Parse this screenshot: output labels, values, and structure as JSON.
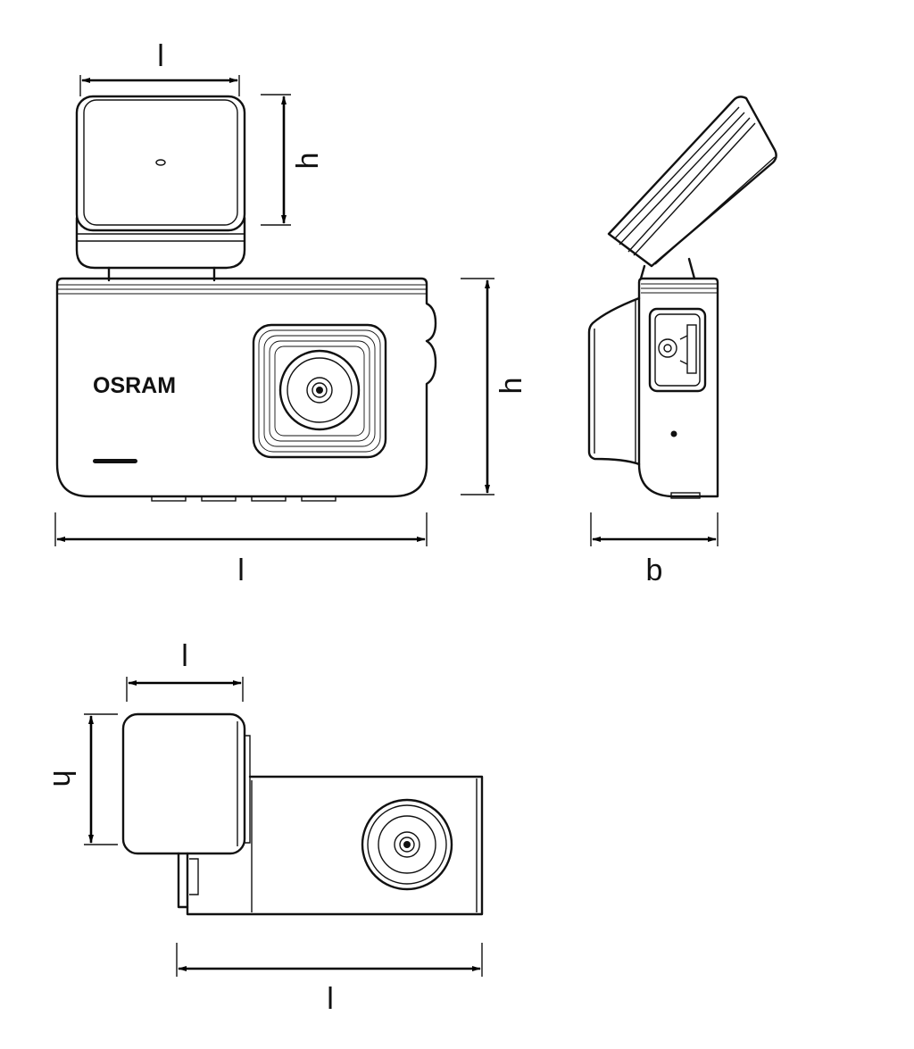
{
  "brand": {
    "logo_text": "OSRAM"
  },
  "labels": {
    "front_mount_width": "l",
    "front_mount_height": "h",
    "front_body_height": "h",
    "front_body_length": "l",
    "side_depth": "b",
    "bottom_mount_width": "l",
    "bottom_mount_height": "h",
    "bottom_body_length": "l"
  }
}
